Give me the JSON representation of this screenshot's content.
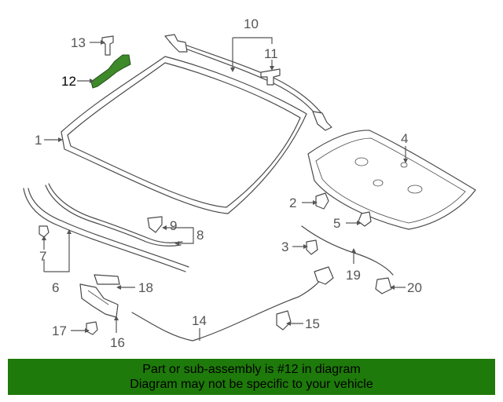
{
  "diagram": {
    "callouts": [
      {
        "id": "1",
        "label": "1"
      },
      {
        "id": "2",
        "label": "2"
      },
      {
        "id": "3",
        "label": "3"
      },
      {
        "id": "4",
        "label": "4"
      },
      {
        "id": "5",
        "label": "5"
      },
      {
        "id": "6",
        "label": "6"
      },
      {
        "id": "7",
        "label": "7"
      },
      {
        "id": "8",
        "label": "8"
      },
      {
        "id": "9",
        "label": "9"
      },
      {
        "id": "10",
        "label": "10"
      },
      {
        "id": "11",
        "label": "11"
      },
      {
        "id": "12",
        "label": "12"
      },
      {
        "id": "13",
        "label": "13"
      },
      {
        "id": "14",
        "label": "14"
      },
      {
        "id": "15",
        "label": "15"
      },
      {
        "id": "16",
        "label": "16"
      },
      {
        "id": "17",
        "label": "17"
      },
      {
        "id": "18",
        "label": "18"
      },
      {
        "id": "19",
        "label": "19"
      },
      {
        "id": "20",
        "label": "20"
      }
    ],
    "highlighted_part": "12",
    "highlight_color": "#3e8a2a"
  },
  "caption": {
    "line1": "Part or sub-assembly is #12 in diagram",
    "line2": "Diagram may not be specific to your vehicle",
    "background": "#1e7a0a"
  }
}
